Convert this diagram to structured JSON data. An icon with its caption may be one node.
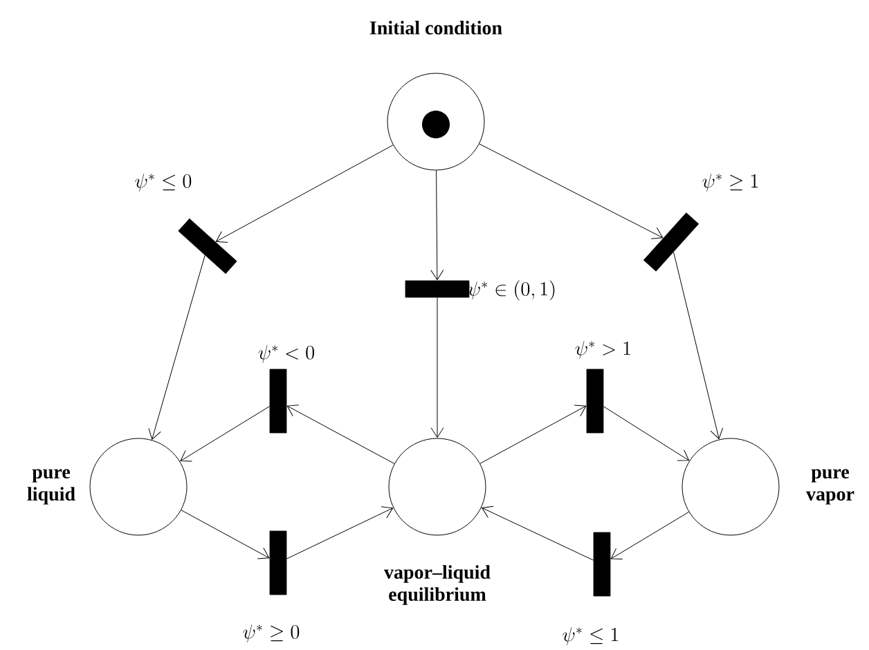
{
  "diagram": {
    "nodes": [
      {
        "text": [
          "Initial condition"
        ]
      },
      {
        "text": [],
        "shape": "bar",
        "beside": [
          "\\psi^* \\leq 0"
        ]
      },
      {
        "text": [],
        "shape": "bar",
        "beside": [
          "\\psi^* \\in (0,1)"
        ]
      },
      {
        "text": [],
        "shape": "bar",
        "beside": [
          "\\psi^* \\geq 1"
        ]
      },
      {
        "text": [
          "pure liquid"
        ]
      },
      {
        "text": [
          "vapor–liquid equilibrium"
        ]
      },
      {
        "text": [
          "pure vapor"
        ]
      },
      {
        "text": [],
        "shape": "bar",
        "beside": [
          "\\psi^* < 0"
        ]
      },
      {
        "text": [],
        "shape": "bar",
        "beside": [
          "\\psi^* > 1"
        ]
      },
      {
        "text": [],
        "shape": "bar",
        "beside": [
          "\\psi^* \\geq 0"
        ]
      },
      {
        "text": [],
        "shape": "bar",
        "beside": [
          "\\psi^* \\leq 1"
        ]
      }
    ],
    "edges": [
      {
        "from": 0,
        "to": 1,
        "arrow": "to"
      },
      {
        "from": 0,
        "to": 2,
        "arrow": "to"
      },
      {
        "from": 0,
        "to": 3,
        "arrow": "to"
      },
      {
        "from": 1,
        "to": 4,
        "arrow": "to"
      },
      {
        "from": 2,
        "to": 5,
        "arrow": "to"
      },
      {
        "from": 3,
        "to": 6,
        "arrow": "to"
      },
      {
        "from": 5,
        "to": 7,
        "arrow": "to"
      },
      {
        "from": 7,
        "to": 4,
        "arrow": "to"
      },
      {
        "from": 4,
        "to": 9,
        "arrow": "to"
      },
      {
        "from": 9,
        "to": 5,
        "arrow": "to"
      },
      {
        "from": 5,
        "to": 8,
        "arrow": "to"
      },
      {
        "from": 8,
        "to": 6,
        "arrow": "to"
      },
      {
        "from": 6,
        "to": 10,
        "arrow": "to"
      },
      {
        "from": 10,
        "to": 5,
        "arrow": "to"
      }
    ]
  }
}
